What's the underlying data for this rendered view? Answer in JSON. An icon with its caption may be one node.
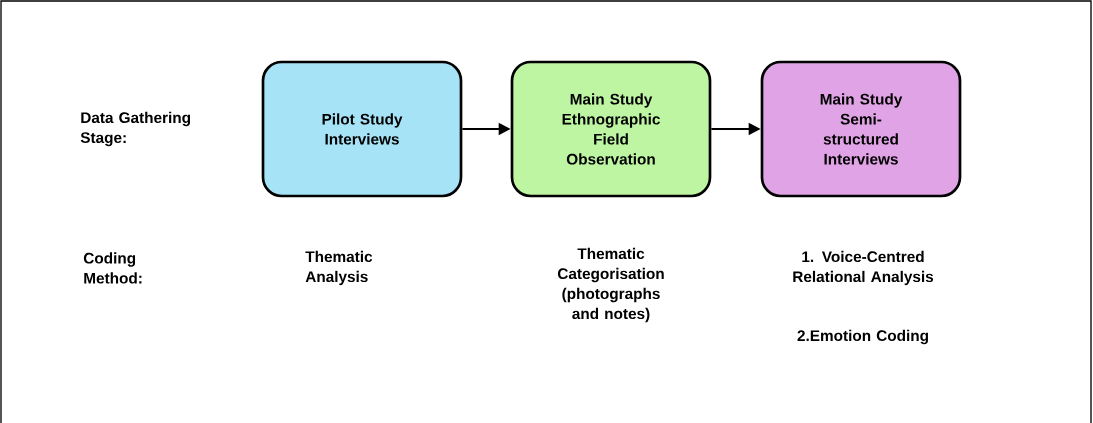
{
  "diagram": {
    "nodes": [
      {
        "text": [
          "Pilot Study Interviews"
        ]
      },
      {
        "text": [
          "Main Study Ethnographic Field Observation"
        ]
      },
      {
        "text": [
          "Main Study Semi-structured Interviews"
        ]
      }
    ],
    "edges": [
      {
        "from": 0,
        "to": 1,
        "arrow": "to"
      },
      {
        "from": 1,
        "to": 2,
        "arrow": "to"
      }
    ],
    "labels": [
      "Data Gathering Stage:",
      "Coding Method:",
      "Thematic Analysis",
      "Thematic Categorisation (photographs and notes)",
      "1. Voice-Centred Relational Analysis",
      "2.Emotion Coding"
    ]
  }
}
